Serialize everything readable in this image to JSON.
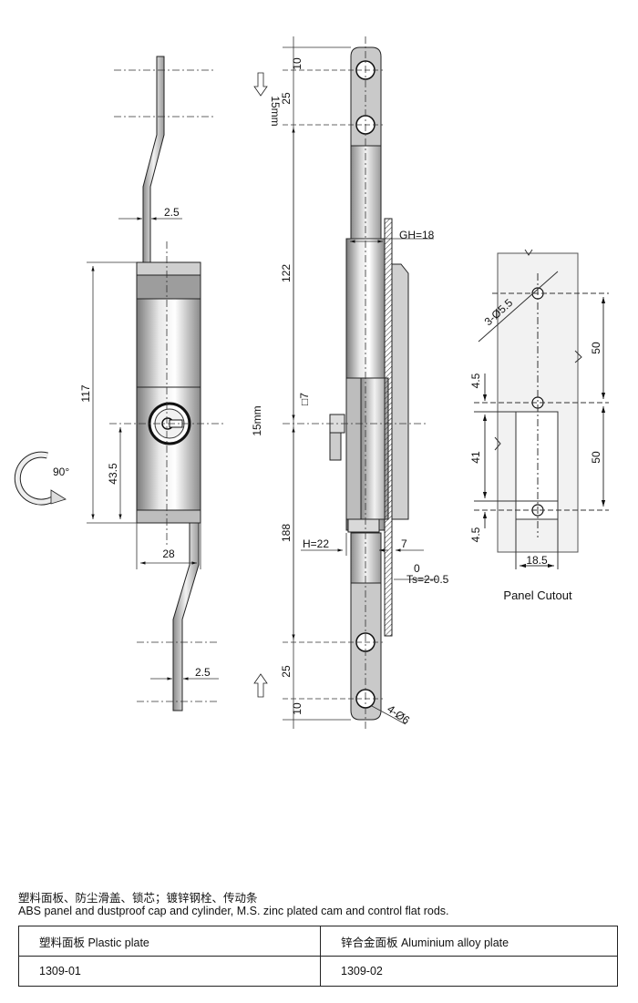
{
  "dimensions": {
    "side_top_thick": "2.5",
    "side_body_height": "117",
    "side_cam_offset": "43.5",
    "side_width": "28",
    "side_bottom_thick": "2.5",
    "rotation": "90°",
    "top_hole": "10",
    "top_pitch": "25",
    "stroke_top": "15mm",
    "upper_rod": "122",
    "panel_gh": "GH=18",
    "square": "□7",
    "stroke_mid": "15mm",
    "lower_rod": "188",
    "h_depth": "H=22",
    "offset_7": "7",
    "ts_zero": "0",
    "ts_range": "Ts=2-0.5",
    "bottom_pitch": "25",
    "bottom_hole": "10",
    "holes": "4-Ø6",
    "cut_hole": "3-Ø5.5",
    "cut_top_pitch": "50",
    "cut_bottom_pitch": "50",
    "cut_margin_top": "4.5",
    "cut_slot": "41",
    "cut_margin_bottom": "4.5",
    "cut_width": "18.5"
  },
  "panel_cutout_label": "Panel Cutout",
  "description": {
    "chinese": "塑料面板、防尘滑盖、锁芯；镀锌钢栓、传动条",
    "english": "ABS panel and dustproof cap and cylinder,  M.S. zinc plated cam and control flat rods."
  },
  "table": {
    "header": [
      "塑料面板 Plastic plate",
      "锌合金面板 Aluminium alloy plate"
    ],
    "row": [
      "1309-01",
      "1309-02"
    ]
  }
}
